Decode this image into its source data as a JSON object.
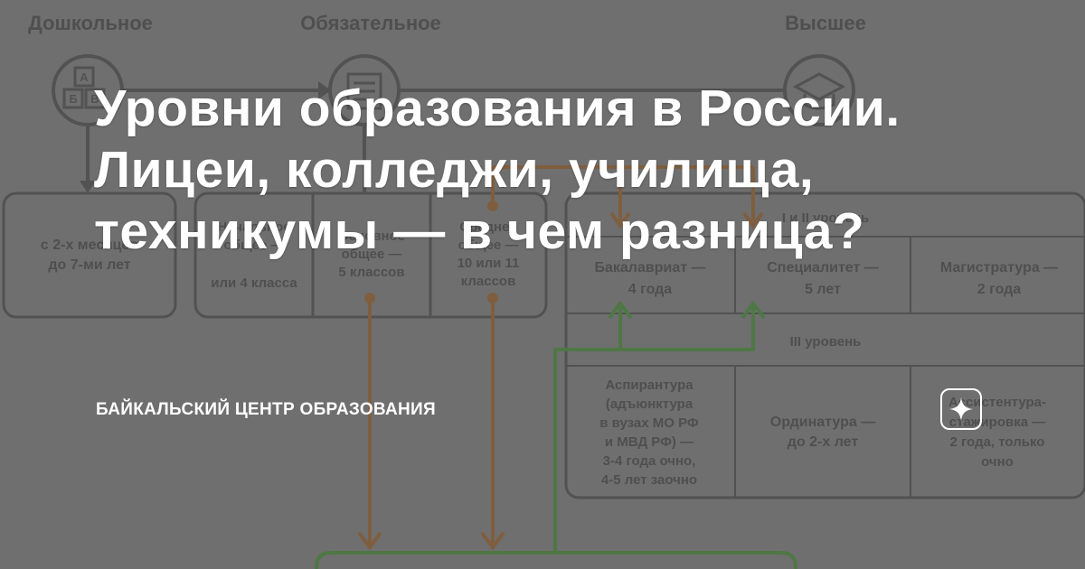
{
  "headline": {
    "line1": "Уровни образования в России.",
    "line2": "Лицеи, колледжи, училища,",
    "line3": "техникумы — в чем разница?"
  },
  "source": "БАЙКАЛЬСКИЙ ЦЕНТР ОБРАЗОВАНИЯ",
  "diagram": {
    "columns": {
      "preschool": "Дошкольное",
      "compulsory": "Обязательное",
      "higher": "Высшее"
    },
    "preschool_box": [
      "с 2-х месяцев",
      "до 7-ми лет"
    ],
    "primary": [
      "Начальное",
      "общее —",
      "или 4 класса"
    ],
    "basic": [
      "Основное",
      "общее —",
      "5 классов"
    ],
    "secondary": [
      "Среднее",
      "общее —",
      "10 или 11",
      "классов"
    ],
    "levels_1_2": "I и II уровень",
    "bachelor": [
      "Бакалавриат —",
      "4 года"
    ],
    "specialist": [
      "Специалитет —",
      "5 лет"
    ],
    "master": [
      "Магистратура —",
      "2 года"
    ],
    "level_3": "III уровень",
    "postgrad": [
      "Аспирантура",
      "(адъюнктура",
      "в  вузах МО РФ",
      "и  МВД РФ) —",
      "3-4 года очно,",
      "4-5 лет заочно"
    ],
    "residency": [
      "Ординатура —",
      "до 2-х лет"
    ],
    "assistantship": [
      "Ассистентура-",
      "стажировка —",
      "2 года, только",
      "очно"
    ],
    "abc": [
      "А",
      "Б",
      "В"
    ]
  },
  "colors": {
    "background": "#6f6f6f",
    "line": "#525252",
    "orange": "#7f5e3f",
    "green": "#4e7745",
    "text_light": "#ffffff"
  },
  "icons": [
    "abc-blocks-icon",
    "document-icon",
    "graduation-cap-icon",
    "sparkle-icon"
  ]
}
